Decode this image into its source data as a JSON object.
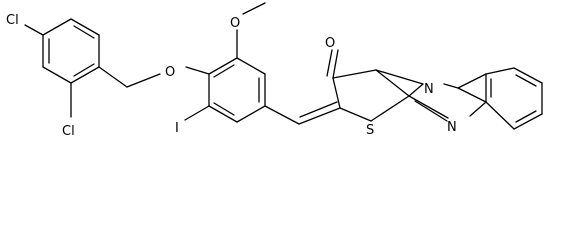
{
  "molecule": {
    "atom_labels": {
      "cl_top": "Cl",
      "cl_bottom": "Cl",
      "ether_o": "O",
      "methoxy_o": "O",
      "carbonyl_o": "O",
      "iodine": "I",
      "ring_n": "N",
      "imine_n": "N",
      "sulfur": "S"
    }
  }
}
